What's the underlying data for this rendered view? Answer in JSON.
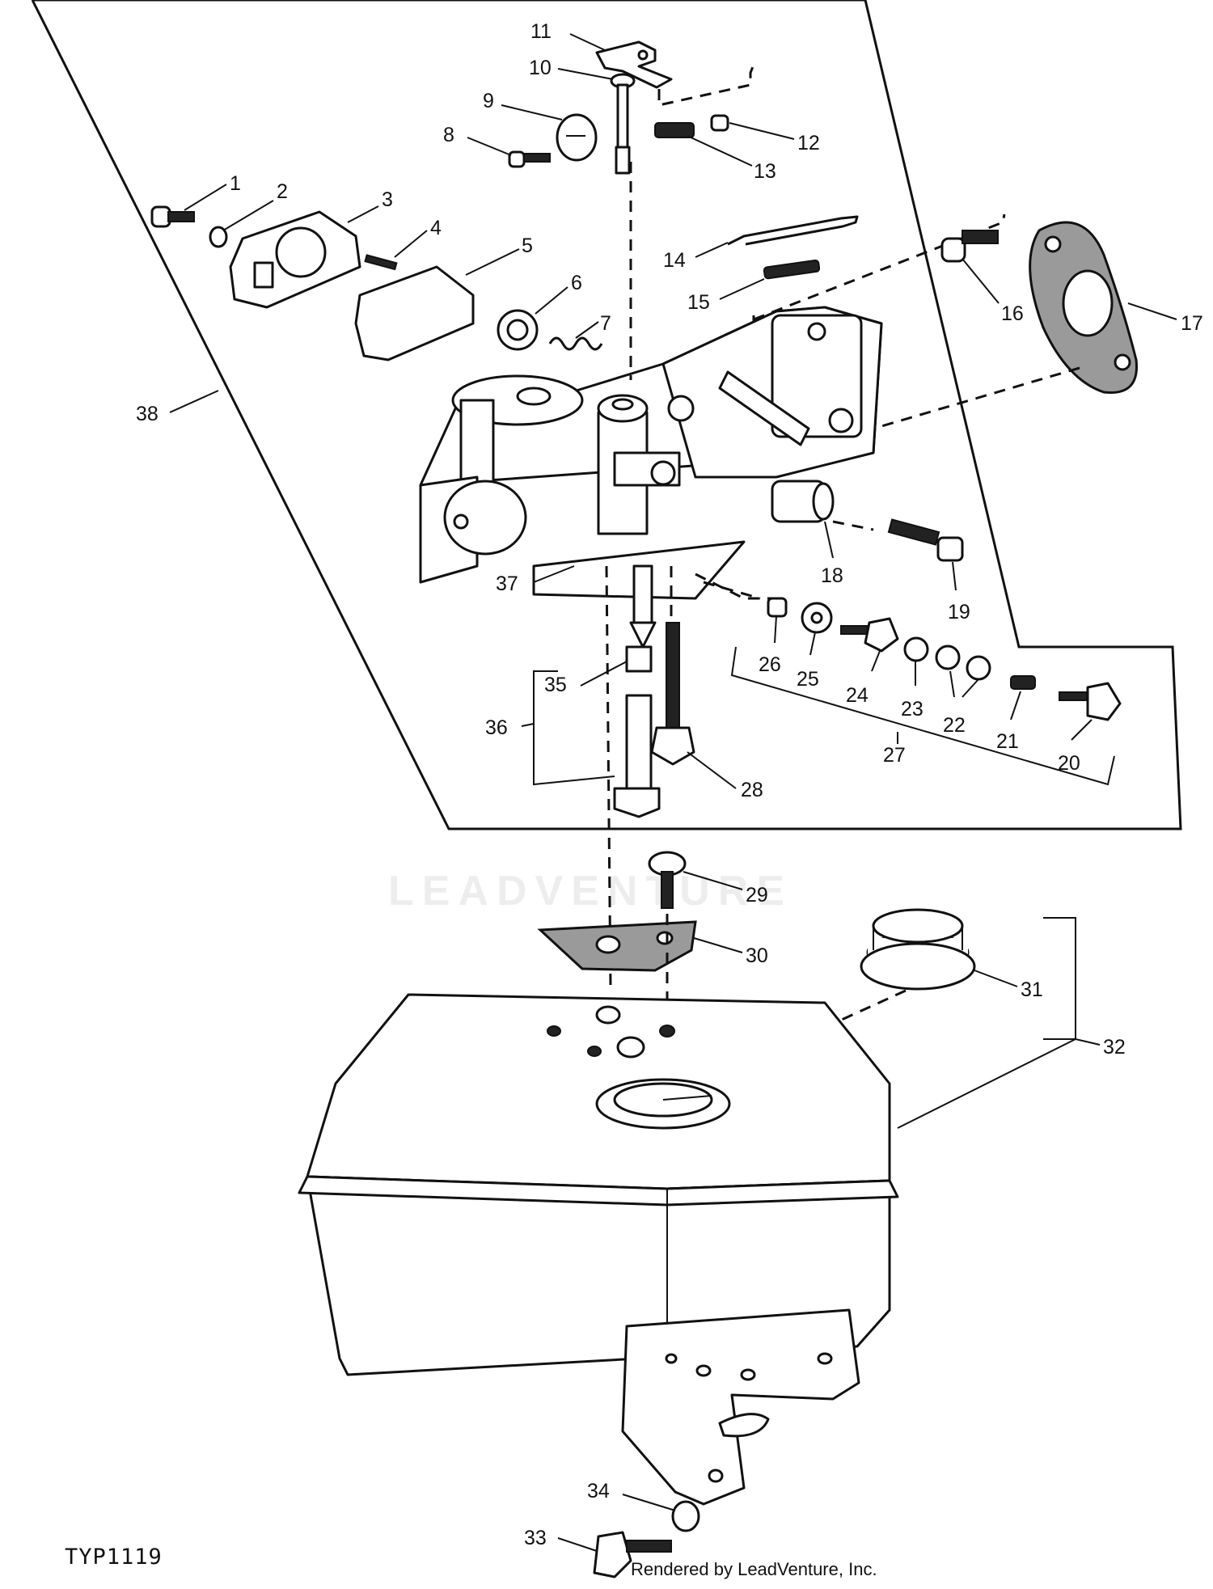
{
  "figure_code": "TYP1119",
  "footer": "Rendered by LeadVenture, Inc.",
  "watermark": "LEADVENTURE",
  "callouts": [
    "1",
    "2",
    "3",
    "4",
    "5",
    "6",
    "7",
    "8",
    "9",
    "10",
    "11",
    "12",
    "13",
    "14",
    "15",
    "16",
    "17",
    "18",
    "19",
    "20",
    "21",
    "22",
    "23",
    "24",
    "25",
    "26",
    "27",
    "28",
    "29",
    "30",
    "31",
    "32",
    "33",
    "34",
    "35",
    "36",
    "37",
    "38"
  ]
}
